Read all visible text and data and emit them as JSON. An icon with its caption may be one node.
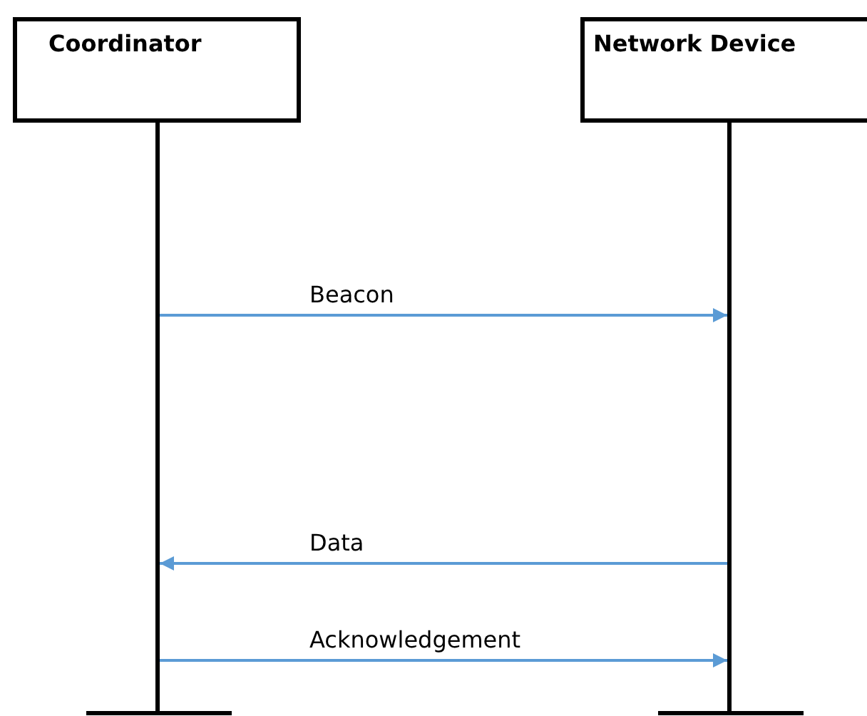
{
  "diagram": {
    "nodes": [
      {
        "text": [
          "Coordinator"
        ]
      },
      {
        "text": [
          "Network Device"
        ]
      },
      {
        "text": [],
        "shape": "bar"
      },
      {
        "text": [],
        "shape": "bar"
      }
    ],
    "edges": [
      {
        "from": 2,
        "to": 3,
        "arrow": "to",
        "label": "Beacon"
      },
      {
        "from": 3,
        "to": 2,
        "arrow": "to",
        "label": "Data"
      },
      {
        "from": 2,
        "to": 3,
        "arrow": "to",
        "label": "Acknowledgement"
      }
    ]
  }
}
